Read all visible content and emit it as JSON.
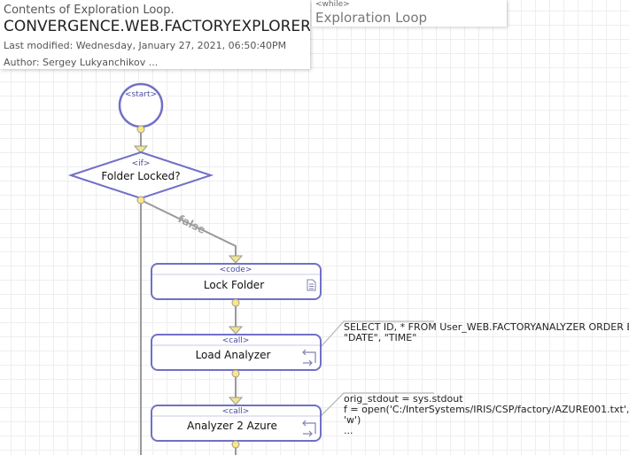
{
  "info": {
    "context": "Contents of Exploration Loop.",
    "class_name": "CONVERGENCE.WEB.FACTORYEXPLORERAZURE",
    "last_modified": "Last modified: Wednesday, January 27, 2021, 06:50:40PM",
    "author": "Author: Sergey Lukyanchikov ..."
  },
  "while_box": {
    "tag": "<while>",
    "name": "Exploration Loop"
  },
  "nodes": {
    "start": {
      "tag": "<start>"
    },
    "if": {
      "tag": "<if>",
      "label": "Folder Locked?",
      "false_label": "false"
    },
    "lock_folder": {
      "tag": "<code>",
      "label": "Lock Folder"
    },
    "load_analyzer": {
      "tag": "<call>",
      "label": "Load Analyzer"
    },
    "analyzer_azure": {
      "tag": "<call>",
      "label": "Analyzer 2 Azure"
    }
  },
  "annotations": {
    "load_analyzer": [
      "SELECT ID, * FROM User_WEB.FACTORYANALYZER ORDER BY",
      "\"DATE\", \"TIME\""
    ],
    "analyzer_azure": [
      "orig_stdout = sys.stdout",
      "f = open('C:/InterSystems/IRIS/CSP/factory/AZURE001.txt',",
      "'w')",
      "..."
    ]
  },
  "colors": {
    "shape_border": "#7070c8",
    "connector": "#999999",
    "dot_fill": "#ffe680",
    "triangle_fill": "#f0e68c"
  }
}
